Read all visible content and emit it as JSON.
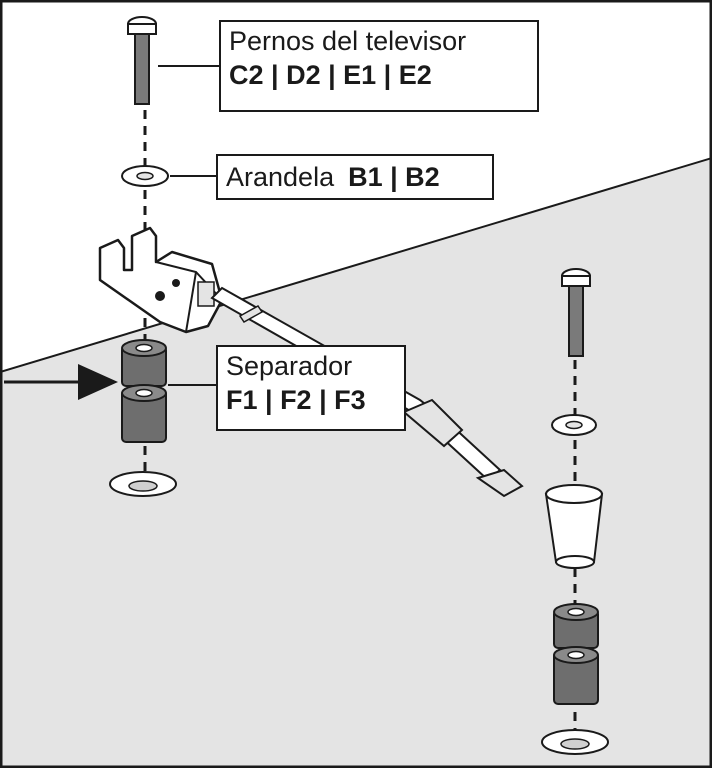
{
  "colors": {
    "background_upper": "#ffffff",
    "background_lower": "#e4e4e4",
    "outline": "#1a1a1a",
    "spacer": "#6e6e6e",
    "bolt": "#7a7a7a"
  },
  "labels": {
    "bolts": {
      "title": "Pernos del televisor",
      "codes": "C2 | D2 | E1 | E2"
    },
    "washer": {
      "title": "Arandela",
      "codes": "B1 | B2"
    },
    "spacer": {
      "title": "Separador",
      "codes": "F1 | F2 | F3"
    }
  },
  "icons": {
    "pointer": "arrow-right-icon"
  }
}
